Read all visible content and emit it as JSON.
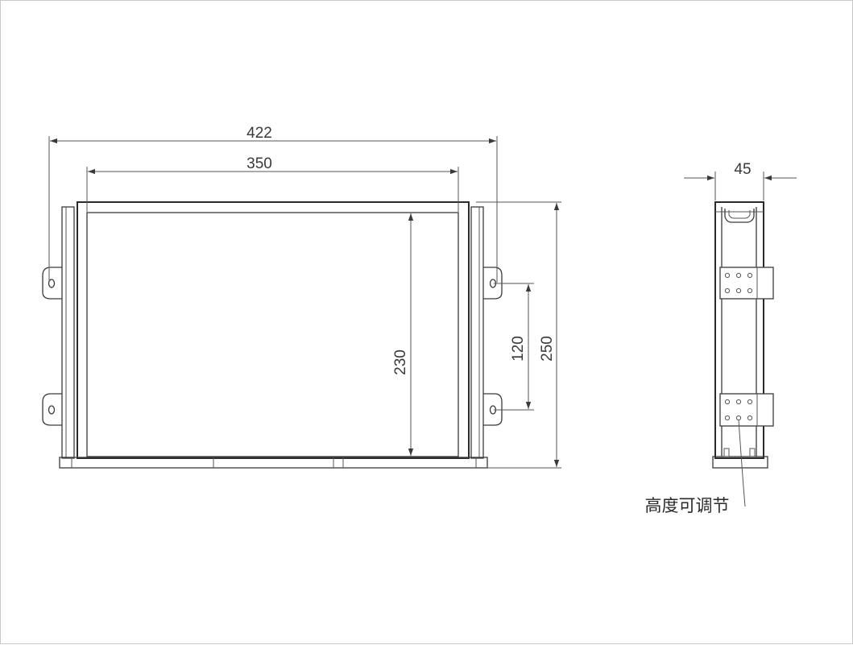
{
  "dimensions": {
    "overall_width": "422",
    "inner_width": "350",
    "inner_height": "230",
    "mount_spacing": "120",
    "overall_height": "250",
    "depth": "45"
  },
  "annotations": {
    "height_adjustable": "高度可调节"
  }
}
